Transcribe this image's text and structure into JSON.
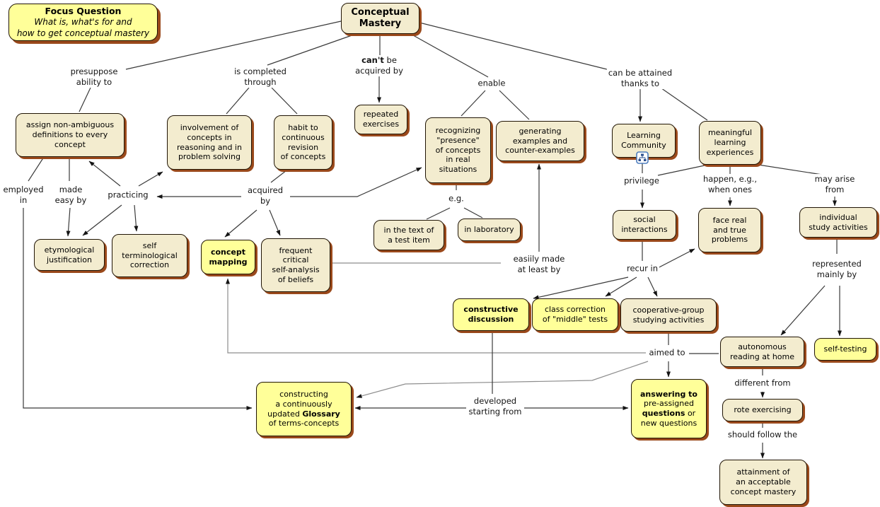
{
  "title": "Conceptual Mastery concept map",
  "colors": {
    "node_fill": "#F3ECCF",
    "highlight_fill": "#FFFF99",
    "node_border": "#201505",
    "node_shadow": "#9A491B",
    "line": "#3a3a3a",
    "line_gray": "#8d8d8d",
    "icon_blue": "#4D7DBE"
  },
  "focus_question": {
    "title": "Focus Question",
    "body": "What is, what's for and\nhow to get conceptual  mastery"
  },
  "nodes": {
    "conceptual_mastery": {
      "text": "Conceptual\nMastery"
    },
    "repeated_exercises": {
      "text": "repeated\nexercises"
    },
    "assign": {
      "text": "assign non-ambiguous\ndefinitions to every\nconcept"
    },
    "involvement": {
      "text": "involvement of\nconcepts in\nreasoning and in\nproblem solving"
    },
    "habit": {
      "text": "habit to\ncontinuous\nrevision\nof concepts"
    },
    "recognizing": {
      "text": "recognizing\n\"presence\"\nof concepts\nin real\nsituations"
    },
    "generating": {
      "text": "generating\nexamples and\ncounter-examples"
    },
    "learning_community": {
      "text": "Learning\nCommunity"
    },
    "meaningful": {
      "text": "meaningful\nlearning\nexperiences"
    },
    "etymological": {
      "text": "etymological\njustification"
    },
    "self_terminological": {
      "text": "self\nterminological\ncorrection"
    },
    "concept_mapping": {
      "text": "concept\nmapping"
    },
    "frequent_critical": {
      "text": "frequent\ncritical\nself-analysis\nof beliefs"
    },
    "in_text": {
      "text": "in the text of\na test item"
    },
    "in_laboratory": {
      "text": "in laboratory"
    },
    "social_interactions": {
      "text": "social\ninteractions"
    },
    "face_real": {
      "text": "face real\nand true\nproblems"
    },
    "individual_study": {
      "text": "individual\nstudy activities"
    },
    "constructive_discussion": {
      "text": "constructive\ndiscussion"
    },
    "class_correction": {
      "text": "class correction\nof \"middle\" tests"
    },
    "cooperative_group": {
      "text": "cooperative-group\nstudying activities"
    },
    "autonomous_reading": {
      "text": "autonomous\nreading at home"
    },
    "self_testing": {
      "text": "self-testing"
    },
    "glossary": {
      "runs": [
        {
          "t": "constructing\na continuously\nupdated "
        },
        {
          "t": "Glossary",
          "b": true
        },
        {
          "t": "\nof terms-concepts"
        }
      ]
    },
    "answering": {
      "runs": [
        {
          "t": "answering to",
          "b": true
        },
        {
          "t": "\npre-assigned\n"
        },
        {
          "t": "questions",
          "b": true
        },
        {
          "t": " or\nnew questions"
        }
      ]
    },
    "rote_exercising": {
      "text": "rote exercising"
    },
    "attainment": {
      "text": "attainment of\nan acceptable\nconcept mastery"
    }
  },
  "labels": {
    "presuppose": {
      "text": "presuppose\nability to"
    },
    "is_completed": {
      "text": "is completed\nthrough"
    },
    "cant_be": {
      "runs": [
        {
          "t": "can't",
          "b": true
        },
        {
          "t": " be\nacquired by"
        }
      ]
    },
    "enable": {
      "text": "enable"
    },
    "can_be_attained": {
      "text": "can be attained\nthanks to"
    },
    "employed_in": {
      "text": "employed\nin"
    },
    "made_easy_by": {
      "text": "made\neasy by"
    },
    "practicing": {
      "text": "practicing"
    },
    "acquired_by": {
      "text": "acquired\nby"
    },
    "eg": {
      "text": "e.g."
    },
    "privilege": {
      "text": "privilege"
    },
    "happen": {
      "text": "happen, e.g.,\nwhen ones"
    },
    "may_arise": {
      "text": "may arise\nfrom"
    },
    "easiily_made": {
      "text": "easiily made\nat least by"
    },
    "recur_in": {
      "text": "recur in"
    },
    "represented": {
      "text": "represented\nmainly by"
    },
    "aimed_to": {
      "text": "aimed to"
    },
    "different_from": {
      "text": "different from"
    },
    "developed": {
      "text": "developed\nstarting from"
    },
    "should_follow": {
      "text": "should follow the"
    }
  },
  "icons": {
    "learning_community_submap": "submap-icon"
  }
}
